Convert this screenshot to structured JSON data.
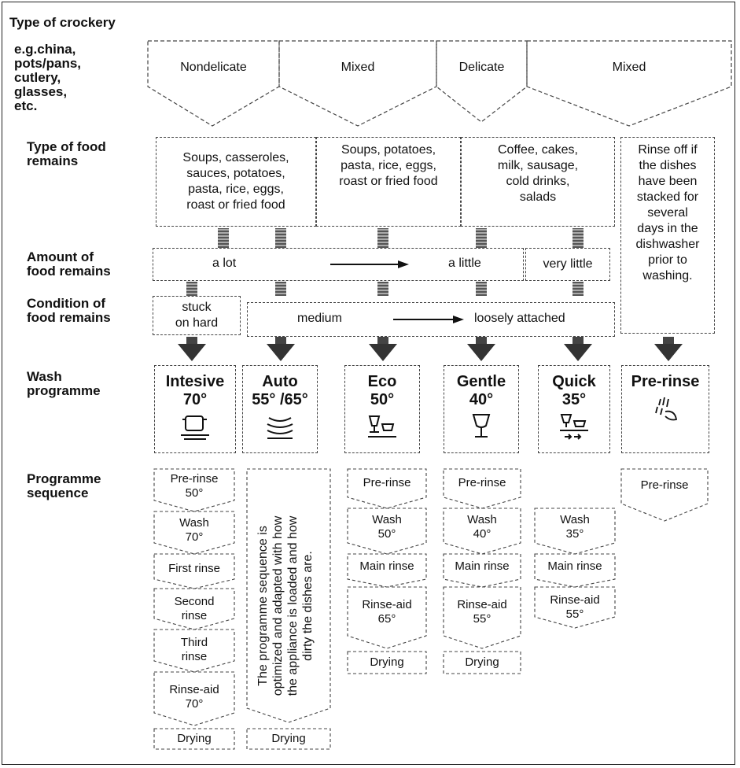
{
  "labels": {
    "crockery_title": "Type of crockery",
    "crockery_examples": "e.g.china,\n    pots/pans,\n    cutlery,\n    glasses,\n    etc.",
    "food_remains": "Type of food\nremains",
    "amount": "Amount of\nfood remains",
    "condition": "Condition of\nfood remains",
    "wash_programme": "Wash\nprogramme",
    "sequence": "Programme\nsequence"
  },
  "crockery": [
    "Nondelicate",
    "Mixed",
    "Delicate",
    "Mixed"
  ],
  "food": [
    "Soups, casseroles,\nsauces, potatoes,\npasta, rice, eggs,\nroast or fried food",
    "Soups, potatoes,\npasta, rice, eggs,\nroast or fried food",
    "Coffee, cakes,\nmilk, sausage,\ncold drinks,\nsalads",
    "Rinse off if\nthe dishes\nhave been\nstacked for\nseveral\ndays in the\ndishwasher\nprior to\nwashing."
  ],
  "amount": {
    "from": "a lot",
    "to": "a little",
    "extra": "very little"
  },
  "condition": {
    "stuck": "stuck\non hard",
    "from": "medium",
    "to": "loosely attached"
  },
  "programmes": [
    {
      "name": "Intesive",
      "temp": "70°",
      "icon": "pot-icon"
    },
    {
      "name": "Auto",
      "temp": "55° /65°",
      "icon": "stacked-plates-icon"
    },
    {
      "name": "Eco",
      "temp": "50°",
      "icon": "glass-cup-icon"
    },
    {
      "name": "Gentle",
      "temp": "40°",
      "icon": "wine-glass-icon"
    },
    {
      "name": "Quick",
      "temp": "35°",
      "icon": "quick-glass-cup-icon"
    },
    {
      "name": "Pre-rinse",
      "temp": "",
      "icon": "rinse-hand-icon"
    }
  ],
  "sequences": {
    "intesive": [
      "Pre-rinse\n50°",
      "Wash\n70°",
      "First rinse",
      "Second\nrinse",
      "Third\nrinse",
      "Rinse-aid\n70°",
      "Drying"
    ],
    "auto_note": "The programme sequence is\noptimized and adapted with how\nthe appliance is loaded and how\ndirty the dishes are.",
    "auto_drying": "Drying",
    "eco": [
      "Pre-rinse",
      "Wash\n50°",
      "Main rinse",
      "Rinse-aid\n65°",
      "Drying"
    ],
    "gentle": [
      "Pre-rinse",
      "Wash\n40°",
      "Main rinse",
      "Rinse-aid\n55°",
      "Drying"
    ],
    "quick": [
      "Wash\n35°",
      "Main rinse",
      "Rinse-aid\n55°"
    ],
    "prerinse": [
      "Pre-rinse"
    ]
  }
}
